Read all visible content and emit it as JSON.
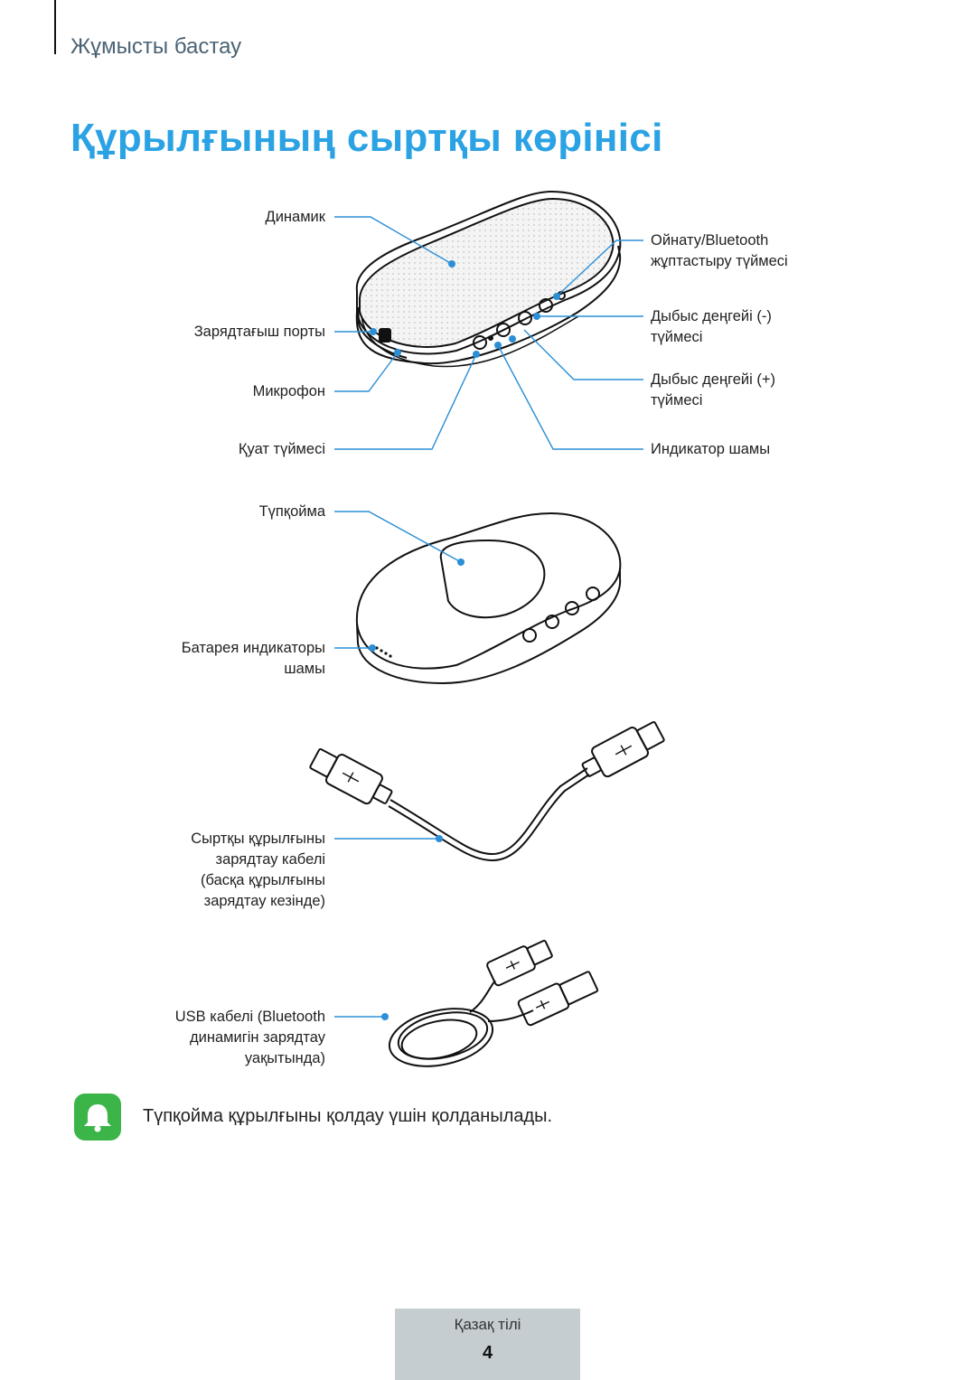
{
  "header": {
    "section": "Жұмысты бастау",
    "title": "Құрылғының сыртқы көрінісі"
  },
  "labels": {
    "speaker": "Динамик",
    "charging_port": "Зарядтағыш порты",
    "microphone": "Микрофон",
    "power_button": "Қуат түймесі",
    "play_bt_1": "Ойнату/Bluetooth",
    "play_bt_2": "жұптастыру түймесі",
    "vol_down_1": "Дыбыс деңгейі (-)",
    "vol_down_2": "түймесі",
    "vol_up_1": "Дыбыс деңгейі (+)",
    "vol_up_2": "түймесі",
    "indicator": "Индикатор шамы",
    "dock": "Түпқойма",
    "battery_1": "Батарея индикаторы",
    "battery_2": "шамы",
    "ext_cable_1": "Сыртқы құрылғыны",
    "ext_cable_2": "зарядтау кабелі",
    "ext_cable_3": "(басқа құрылғыны",
    "ext_cable_4": "зарядтау кезінде)",
    "usb_cable_1": "USB кабелі (Bluetooth",
    "usb_cable_2": "динамигін зарядтау",
    "usb_cable_3": "уақытында)"
  },
  "note": {
    "icon": "bell-icon",
    "text": "Түпқойма құрылғыны қолдау үшін қолданылады."
  },
  "footer": {
    "language": "Қазақ тілі",
    "page": "4"
  },
  "colors": {
    "title": "#2aa2e3",
    "leader": "#2b8fd6",
    "note_icon": "#3cb548",
    "footer_bg": "#c5cdd0"
  }
}
